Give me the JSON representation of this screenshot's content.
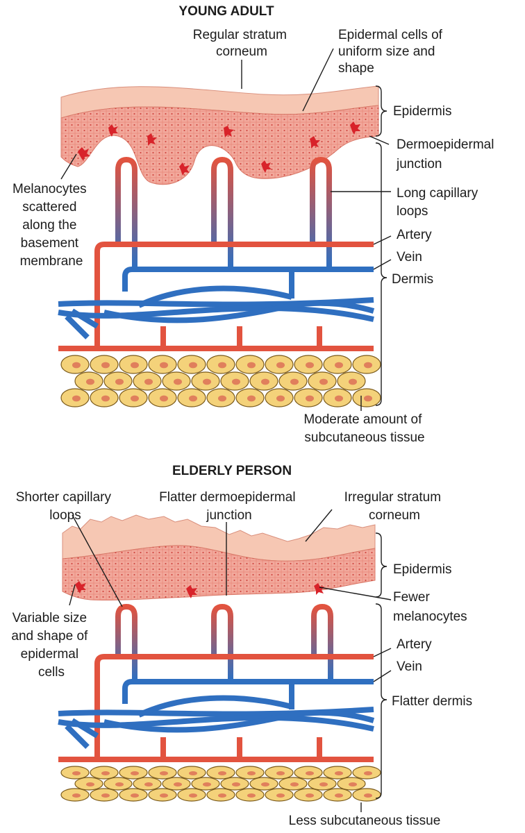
{
  "panels": [
    {
      "title": "YOUNG ADULT",
      "labels": {
        "stratum": [
          "Regular stratum",
          "corneum"
        ],
        "cells": [
          "Epidermal cells of",
          "uniform size and",
          "shape"
        ],
        "epidermis": [
          "Epidermis"
        ],
        "junction": [
          "Dermoepidermal",
          "junction"
        ],
        "melano": [
          "Melanocytes",
          "scattered",
          "along the",
          "basement",
          "membrane"
        ],
        "capillary": [
          "Long capillary",
          "loops"
        ],
        "artery": [
          "Artery"
        ],
        "vein": [
          "Vein"
        ],
        "dermis": [
          "Dermis"
        ],
        "subq": [
          "Moderate amount of",
          "subcutaneous tissue"
        ]
      }
    },
    {
      "title": "ELDERLY PERSON",
      "labels": {
        "capillary": [
          "Shorter capillary",
          "loops"
        ],
        "junction": [
          "Flatter dermoepidermal",
          "junction"
        ],
        "stratum": [
          "Irregular stratum",
          "corneum"
        ],
        "epidermis": [
          "Epidermis"
        ],
        "melano": [
          "Fewer",
          "melanocytes"
        ],
        "cells": [
          "Variable size",
          "and shape of",
          "epidermal",
          "cells"
        ],
        "artery": [
          "Artery"
        ],
        "vein": [
          "Vein"
        ],
        "dermis": [
          "Flatter dermis"
        ],
        "subq": [
          "Less subcutaneous tissue"
        ]
      }
    }
  ],
  "colors": {
    "stratum_corneum": "#f6c7b3",
    "epidermis": "#f2a99c",
    "cell_grid": "#e06a5c",
    "melanocyte": "#d8232a",
    "artery": "#e2533f",
    "vein": "#2f6fc0",
    "fat": "#f4d27a",
    "fat_nucleus": "#e07f5c"
  }
}
